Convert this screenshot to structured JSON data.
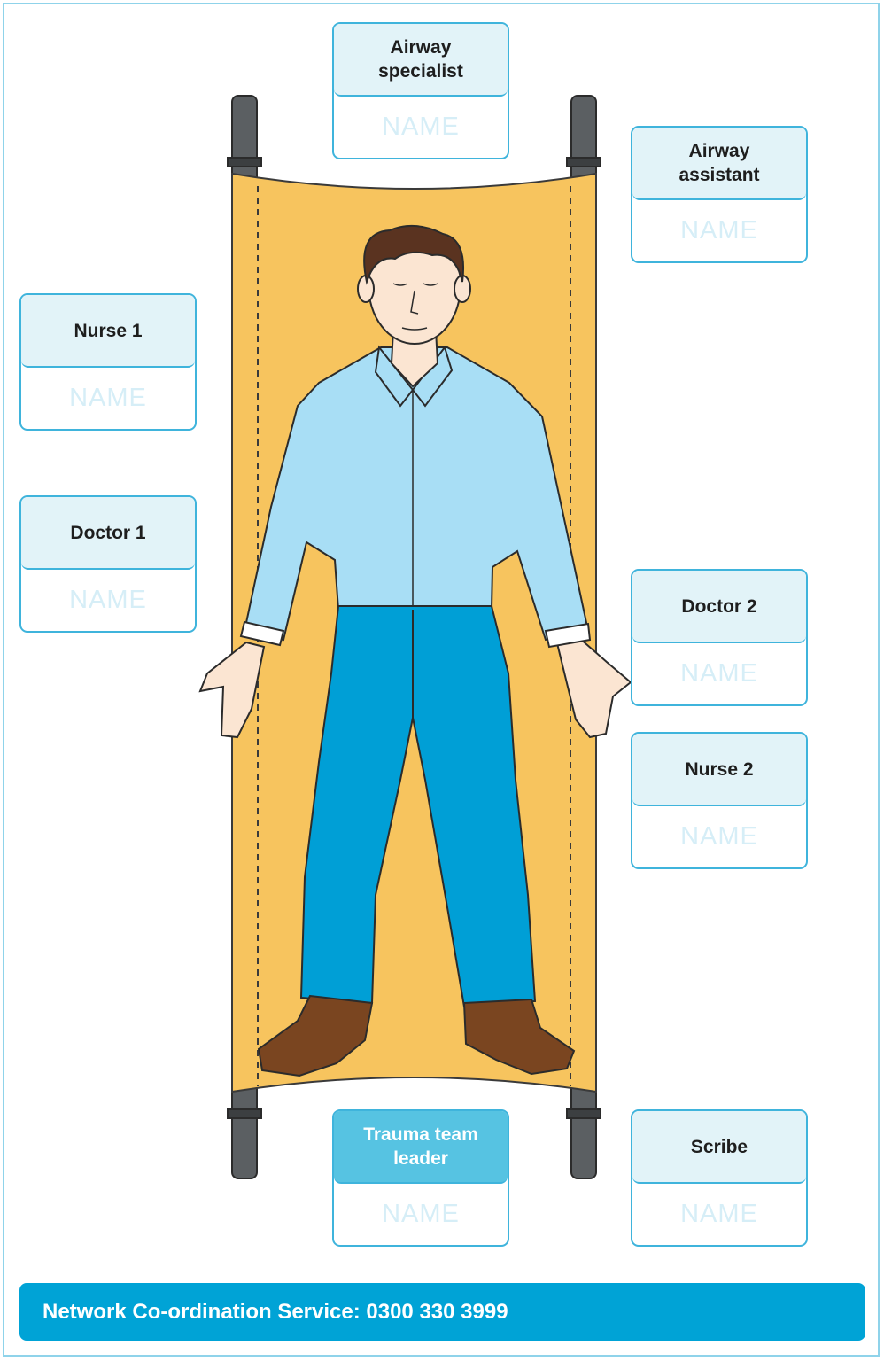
{
  "roles": [
    {
      "title": "Airway\nspecialist",
      "name": "NAME"
    },
    {
      "title": "Airway\nassistant",
      "name": "NAME"
    },
    {
      "title": "Nurse 1",
      "name": "NAME"
    },
    {
      "title": "Doctor 1",
      "name": "NAME"
    },
    {
      "title": "Doctor 2",
      "name": "NAME"
    },
    {
      "title": "Nurse 2",
      "name": "NAME"
    },
    {
      "title": "Trauma team\nleader",
      "name": "NAME"
    },
    {
      "title": "Scribe",
      "name": "NAME"
    }
  ],
  "footer": {
    "text": "Network Co-ordination Service:  0300 330 3999"
  },
  "colors": {
    "accent": "#3fb4dc",
    "footer": "#00a3d6",
    "stretcher": "#f7c45e",
    "shirt": "#a8def5",
    "trousers": "#009fd6",
    "shoes": "#7a4520",
    "skin": "#fbe5d2",
    "hair": "#5a3320"
  }
}
